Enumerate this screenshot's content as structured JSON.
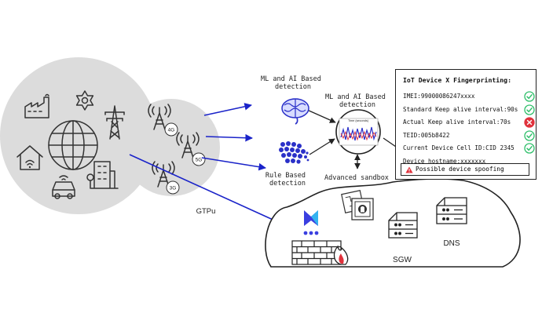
{
  "labels": {
    "ml_top": [
      "ML and AI Based",
      "detection"
    ],
    "ml_center": [
      "ML and AI Based",
      "detection"
    ],
    "rule": [
      "Rule Based",
      "detection"
    ],
    "sandbox": "Advanced sandbox",
    "gtpu": "GTPu",
    "sgw": "SGW",
    "dns": "DNS",
    "tower_badges": [
      "4G",
      "5G",
      "3G"
    ],
    "graph_caption": "Time (seconds)"
  },
  "fingerprint": {
    "title": "IoT Device X Fingerprinting:",
    "rows": [
      {
        "text": "IMEI:99000086247xxxx",
        "status": "ok"
      },
      {
        "text": "Standard Keep alive interval:90s",
        "status": "ok"
      },
      {
        "text": "Actual Keep alive interval:70s",
        "status": "fail"
      },
      {
        "text": "TEID:005b8422",
        "status": "ok"
      },
      {
        "text": "Current Device Cell ID:CID 2345",
        "status": "ok"
      },
      {
        "text": "Device hostname:xxxxxxx",
        "status": "none"
      }
    ],
    "alert": "Possible device spoofing"
  },
  "colors": {
    "cloud": "#dcdcdc",
    "arrow": "#1a23c9",
    "ok": "#2fbf6a",
    "fail": "#e0323c",
    "logo_left": "#3a3fe0",
    "logo_right": "#33b3f0"
  },
  "icons": [
    "factory-icon",
    "gear-icon",
    "globe-icon",
    "home-wifi-icon",
    "car-icon",
    "building-icon",
    "power-tower-icon",
    "cell-tower-icon",
    "brain-icon",
    "dot-cluster-icon",
    "graph-icon",
    "sandbox-icon",
    "firewall-icon",
    "fire-icon",
    "server-icon",
    "warning-icon",
    "check-icon",
    "x-icon"
  ]
}
